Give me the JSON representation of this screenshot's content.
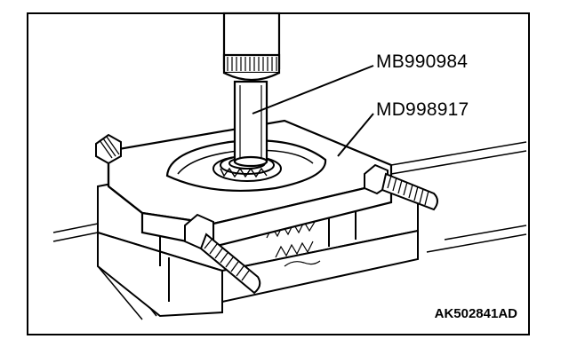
{
  "figure": {
    "callouts": [
      {
        "label": "MB990984"
      },
      {
        "label": "MD998917"
      }
    ],
    "figure_code": "AK502841AD"
  }
}
